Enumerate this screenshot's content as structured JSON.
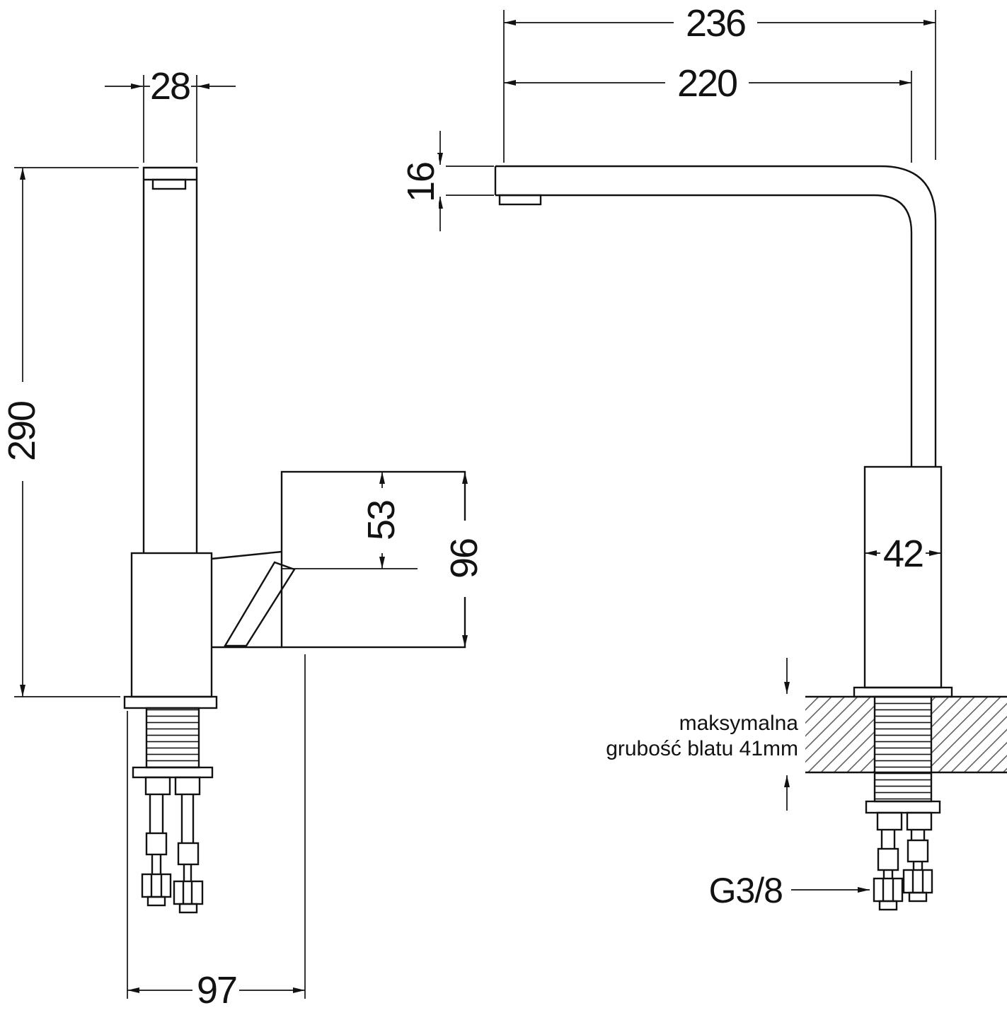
{
  "drawing": {
    "title": "Kitchen faucet dimensional drawing",
    "units": "mm",
    "side_view": {
      "spout_width": "28",
      "total_height": "290",
      "lever_drop": "53",
      "handle_height": "96",
      "base_depth": "97"
    },
    "front_view": {
      "total_reach": "236",
      "spout_reach": "220",
      "spout_thickness": "16",
      "body_width": "42",
      "thread_size": "G3/8",
      "note_line1": "maksymalna",
      "note_line2": "grubość blatu 41mm"
    },
    "colors": {
      "line": "#121212",
      "background": "#ffffff"
    }
  }
}
